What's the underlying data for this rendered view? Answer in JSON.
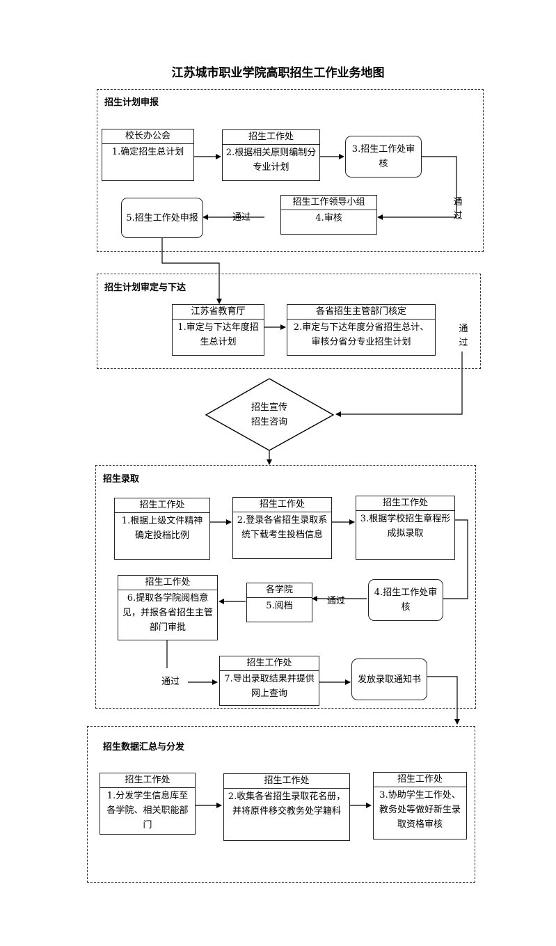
{
  "title": "江苏城市职业学院高职招生工作业务地图",
  "sections": {
    "plan_report": {
      "title": "招生计划申报",
      "b1_head": "校长办公会",
      "b1_body": "1.确定招生总计划",
      "b2_head": "招生工作处",
      "b2_body": "2.根据相关原则编制分专业计划",
      "b3": "3.招生工作处审核",
      "b4_head": "招生工作领导小组",
      "b4_body": "4.审核",
      "b5": "5.招生工作处申报",
      "pass_v": "通过",
      "pass_h": "通过"
    },
    "plan_approve": {
      "title": "招生计划审定与下达",
      "b1_head": "江苏省教育厅",
      "b1_body": "1.审定与下达年度招生总计划",
      "b2_head": "各省招生主管部门核定",
      "b2_body": "2.审定与下达年度分省招生总计、审核分省分专业招生计划",
      "pass_v": "通过"
    },
    "promo": {
      "line1": "招生宣传",
      "line2": "招生咨询"
    },
    "admission": {
      "title": "招生录取",
      "b1_head": "招生工作处",
      "b1_body": "1.根据上级文件精神确定投档比例",
      "b2_head": "招生工作处",
      "b2_body": "2.登录各省招生录取系统下载考生投档信息",
      "b3_head": "招生工作处",
      "b3_body": "3.根据学校招生章程形成拟录取",
      "b4": "4.招生工作处审核",
      "b5_head": "各学院",
      "b5_body": "5.阅档",
      "b6_head": "招生工作处",
      "b6_body": "6.提取各学院阅档意见，并报各省招生主管部门审批",
      "b7_head": "招生工作处",
      "b7_body": "7.导出录取结果并提供网上查询",
      "b8": "发放录取通知书",
      "pass1": "通过",
      "pass2": "通过"
    },
    "data": {
      "title": "招生数据汇总与分发",
      "b1_head": "招生工作处",
      "b1_body": "1.分发学生信息库至各学院、相关职能部门",
      "b2_head": "招生工作处",
      "b2_body": "2.收集各省招生录取花名册，并将原件移交教务处学籍科",
      "b3_head": "招生工作处",
      "b3_body": "3.协助学生工作处、教务处等做好新生录取资格审核"
    }
  }
}
